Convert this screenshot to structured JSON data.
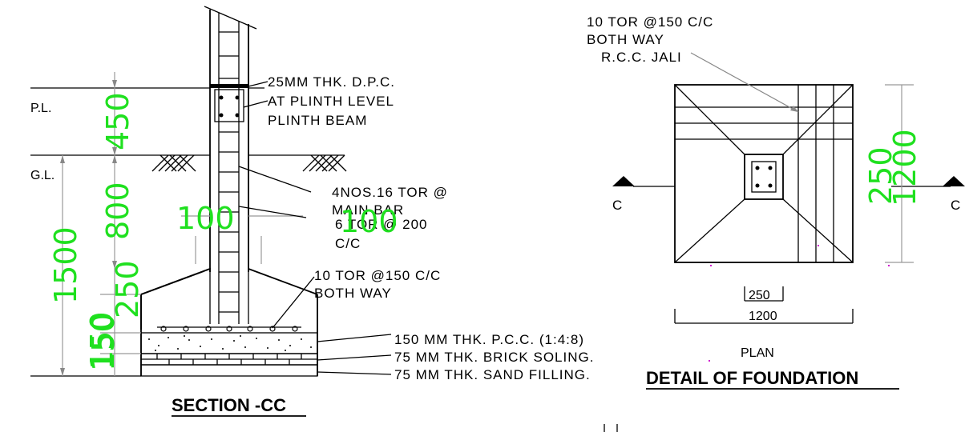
{
  "section": {
    "title": "SECTION -CC",
    "labels": {
      "pl": "P.L.",
      "gl": "G.L.",
      "dpc_1": "25MM THK. D.P.C.",
      "dpc_2": "AT PLINTH LEVEL",
      "plinth_beam": "PLINTH BEAM",
      "main_bar_1": "4NOS.16 TOR @",
      "main_bar_2": "MAIN BAR",
      "tie_1": "6 TOR @ 200",
      "tie_2": "C/C",
      "mesh_1": "10 TOR @150 C/C",
      "mesh_2": "BOTH WAY",
      "pcc": "150  MM  THK.  P.C.C.  (1:4:8)",
      "brick": "75    MM  THK.  BRICK  SOLING.",
      "sand": "75    MM  THK.  SAND  FILLING."
    },
    "dims": {
      "d450": "450",
      "d800": "800",
      "d1500": "1500",
      "d250": "250",
      "d100a": "100",
      "d100b": "100",
      "d150": "150",
      "d150b": "150"
    }
  },
  "plan": {
    "caption": "PLAN",
    "title": "DETAIL OF FOUNDATION",
    "labels": {
      "jali_1": "10  TOR  @150  C/C",
      "jali_2": "BOTH  WAY",
      "jali_3": "R.C.C.  JALI",
      "c_left": "C",
      "c_right": "C",
      "dim_250_small": "250",
      "dim_1200_bottom": "1200"
    },
    "dims": {
      "d250": "250",
      "d1200": "1200"
    }
  },
  "colors": {
    "dimension_text": "#1fe01f",
    "line": "#000000",
    "leader": "#888888"
  }
}
